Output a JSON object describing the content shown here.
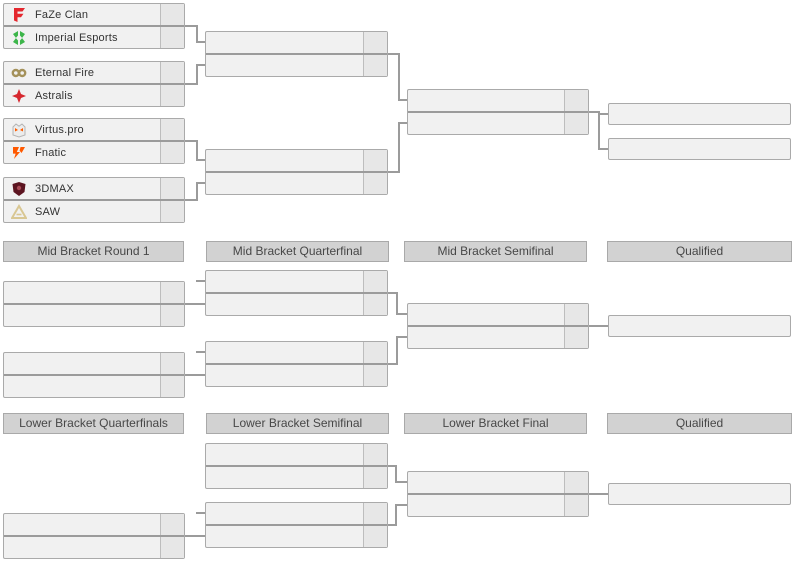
{
  "teams": [
    {
      "name": "FaZe Clan",
      "icon": "faze-clan-logo"
    },
    {
      "name": "Imperial Esports",
      "icon": "imperial-esports-logo"
    },
    {
      "name": "Eternal Fire",
      "icon": "eternal-fire-logo"
    },
    {
      "name": "Astralis",
      "icon": "astralis-logo"
    },
    {
      "name": "Virtus.pro",
      "icon": "virtus-pro-logo"
    },
    {
      "name": "Fnatic",
      "icon": "fnatic-logo"
    },
    {
      "name": "3DMAX",
      "icon": "3dmax-logo"
    },
    {
      "name": "SAW",
      "icon": "saw-logo"
    }
  ],
  "headers": {
    "mid": [
      "Mid Bracket Round 1",
      "Mid Bracket Quarterfinal",
      "Mid Bracket Semifinal",
      "Qualified"
    ],
    "lower": [
      "Lower Bracket Quarterfinals",
      "Lower Bracket Semifinal",
      "Lower Bracket Final",
      "Qualified"
    ]
  },
  "scores": {
    "all_visible_score_cells": ""
  },
  "icons": {
    "faze-clan-logo": {
      "shape": "stylized-F",
      "color": "#e4272e"
    },
    "imperial-esports-logo": {
      "shape": "split-eagle-emblem",
      "color": "#3cb54a"
    },
    "eternal-fire-logo": {
      "shape": "infinity-flame",
      "color": "#a4915a"
    },
    "astralis-logo": {
      "shape": "star",
      "color": "#d6282f"
    },
    "virtus-pro-logo": {
      "shape": "bear-head",
      "color": "#ff5c00"
    },
    "fnatic-logo": {
      "shape": "angular-f-mark",
      "color": "#ff5900"
    },
    "3dmax-logo": {
      "shape": "skull-shield",
      "color": "#5c1420"
    },
    "saw-logo": {
      "shape": "triangle-A",
      "color": "#d9c793"
    }
  },
  "colors": {
    "row_bg": "#f1f1f1",
    "score_bg": "#e7e7e7",
    "box_border": "#aaaaaa",
    "connector": "#9b9b9b",
    "header_bg": "#d2d2d2",
    "header_text": "#474747"
  }
}
